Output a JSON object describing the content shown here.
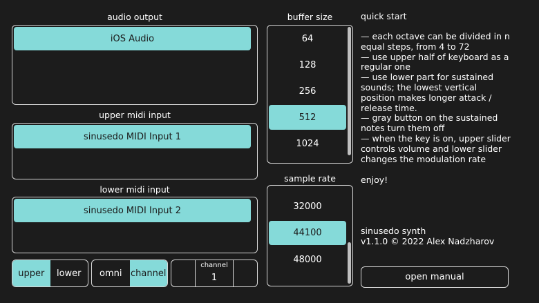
{
  "audio_output": {
    "title": "audio output",
    "selected": "iOS Audio"
  },
  "upper_midi": {
    "title": "upper midi input",
    "selected": "sinusedo MIDI Input 1"
  },
  "lower_midi": {
    "title": "lower midi input",
    "selected": "sinusedo MIDI Input 2"
  },
  "keyboard_toggle": {
    "upper": "upper",
    "lower": "lower",
    "selected": "upper"
  },
  "mode_toggle": {
    "omni": "omni",
    "channel": "channel",
    "selected": "channel"
  },
  "channel_stepper": {
    "label": "channel",
    "value": "1"
  },
  "buffer_size": {
    "title": "buffer size",
    "options": [
      "64",
      "128",
      "256",
      "512",
      "1024"
    ],
    "selected": "512"
  },
  "sample_rate": {
    "title": "sample rate",
    "options": [
      "32000",
      "44100",
      "48000"
    ],
    "selected": "44100"
  },
  "quick_start": {
    "title": "quick start",
    "lines": [
      "— each octave can be divided in n",
      "equal steps, from 4 to 72",
      "— use upper half of keyboard as a",
      "regular one",
      "— use lower part for sustained",
      "sounds; the lowest vertical",
      "position makes longer attack /",
      "release time.",
      "— gray button on the sustained",
      "notes turn them off",
      "— when the key is on, upper slider",
      "controls volume and lower slider",
      "changes the modulation rate"
    ],
    "enjoy": "enjoy!"
  },
  "about": {
    "name": "sinusedo synth",
    "version": "v1.1.0 © 2022 Alex Nadzharov"
  },
  "open_manual_label": "open manual",
  "colors": {
    "background": "#1c1c1c",
    "accent": "#85dad9",
    "border": "#d8d8d8"
  }
}
